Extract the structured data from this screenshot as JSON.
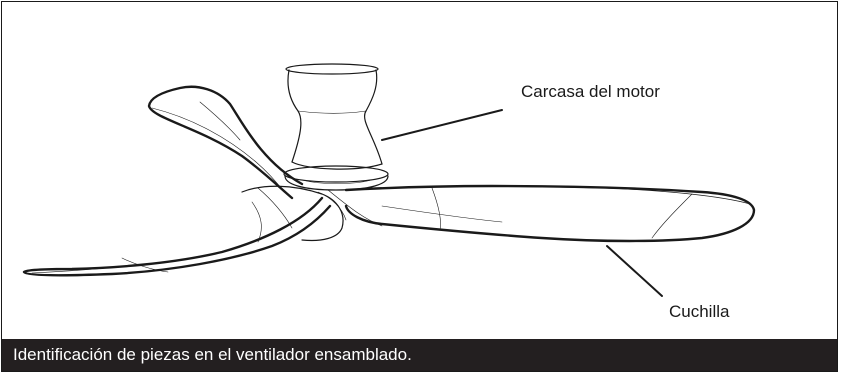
{
  "labels": {
    "motor_housing": "Carcasa del motor",
    "blade": "Cuchilla"
  },
  "caption": "Identificación de piezas en el ventilador ensamblado.",
  "colors": {
    "line": "#1a1a1a",
    "caption_bg": "#231f20",
    "caption_text": "#ffffff"
  }
}
